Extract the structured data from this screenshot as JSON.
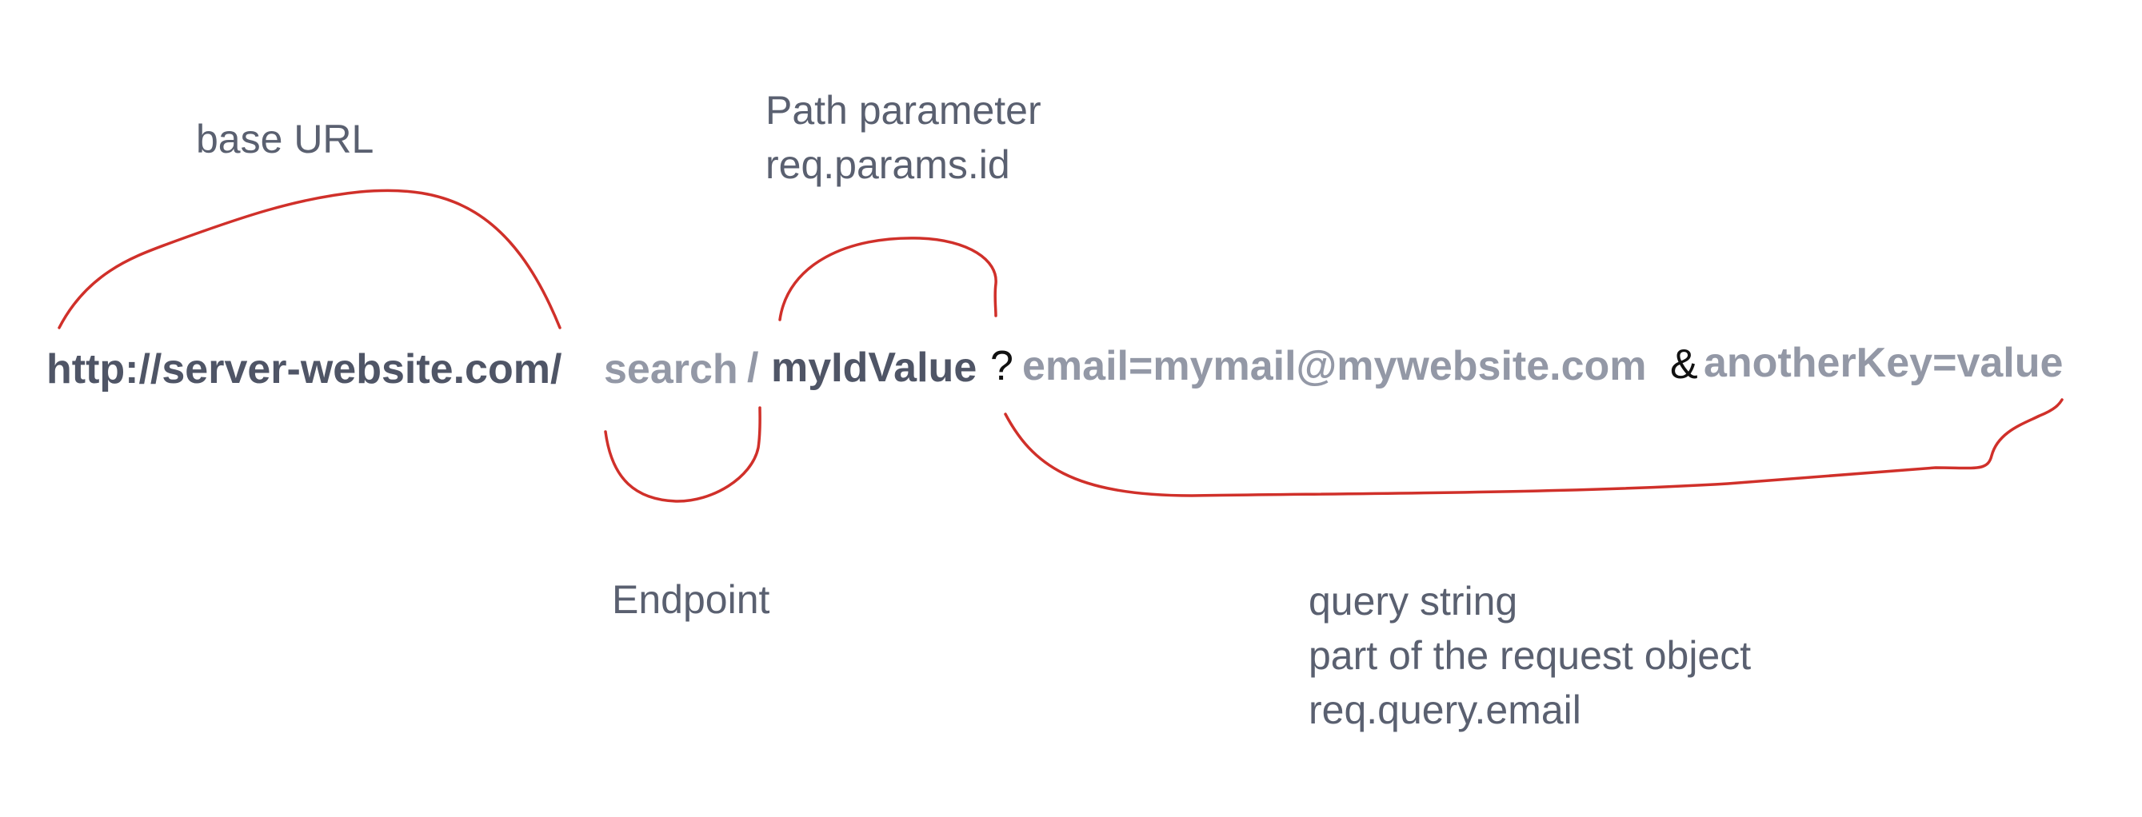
{
  "colors": {
    "bracket": "#d0302a",
    "url_dark": "#4f5566",
    "url_light": "#9398a6",
    "label": "#5a6070",
    "separator": "#111111"
  },
  "url": {
    "base": "http://server-website.com/",
    "endpoint": "search",
    "slash": "/",
    "path_value": "myIdValue",
    "question_mark": "?",
    "email_param": "email=mymail@mywebsite.com",
    "ampersand": "&",
    "another_param": "anotherKey=value"
  },
  "labels": {
    "base_url": "base URL",
    "path_parameter_title": "Path parameter",
    "path_parameter_access": "req.params.id",
    "endpoint": "Endpoint",
    "query_title": "query string",
    "query_desc": "part of the request object",
    "query_access": "req.query.email"
  }
}
